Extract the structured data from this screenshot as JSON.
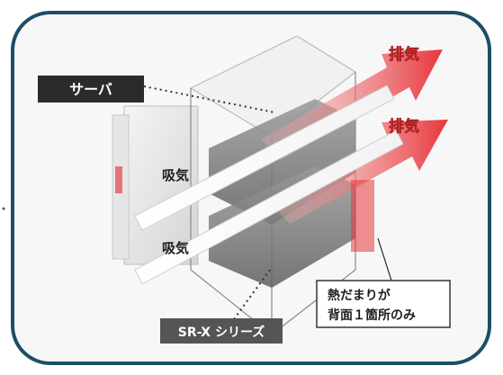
{
  "labels": {
    "server": "サーバ",
    "exhaust_upper": "排気",
    "exhaust_lower": "排気",
    "intake_upper": "吸気",
    "intake_lower": "吸気",
    "heat_note_line1": "熱だまりが",
    "heat_note_line2": "背面１箇所のみ",
    "product": "SR-X シリーズ"
  },
  "colors": {
    "frame_border": "#1c4e66",
    "exhaust_red": "#e8353a",
    "label_dark": "#2b2b2b"
  }
}
